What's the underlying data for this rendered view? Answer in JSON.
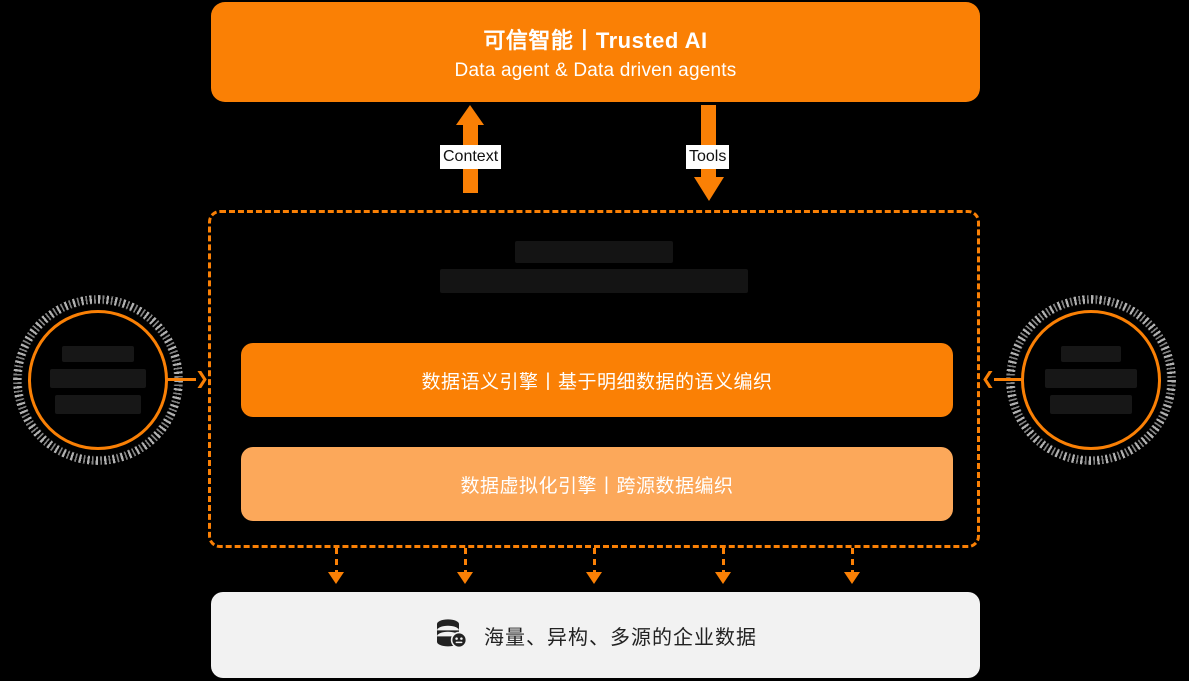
{
  "diagram": {
    "background_color": "#000000",
    "accent_color": "#FA8005",
    "accent_light_color": "#FCA85A",
    "data_bar_color": "#F2F2F2"
  },
  "top_banner": {
    "title": "可信智能丨Trusted AI",
    "subtitle": "Data agent & Data driven agents"
  },
  "connectors": {
    "context_label": "Context",
    "tools_label": "Tools",
    "up_arrow_icon": "arrow-up-icon",
    "down_arrow_icon": "arrow-down-icon",
    "left_mini_arrow_icon": "arrow-left-icon",
    "right_mini_arrow_icon": "arrow-right-icon",
    "redacted_left": [
      "",
      ""
    ],
    "redacted_middle": [
      ""
    ],
    "redacted_right": [
      "",
      ""
    ]
  },
  "core": {
    "title_redacted_line1": "",
    "title_redacted_line2": "",
    "engines": [
      {
        "label": "数据语义引擎丨基于明细数据的语义编织",
        "color": "#FA8005"
      },
      {
        "label": "数据虚拟化引擎丨跨源数据编织",
        "color": "#FCA85A"
      }
    ]
  },
  "side_badges": {
    "left": {
      "chevron_icon": "chevron-right-icon",
      "redacted_lines": [
        "",
        "",
        ""
      ]
    },
    "right": {
      "chevron_icon": "chevron-left-icon",
      "redacted_lines": [
        "",
        "",
        ""
      ]
    }
  },
  "data_layer": {
    "icon": "database-icon",
    "label": "海量、异构、多源的企业数据",
    "drop_arrow_count": 5
  }
}
